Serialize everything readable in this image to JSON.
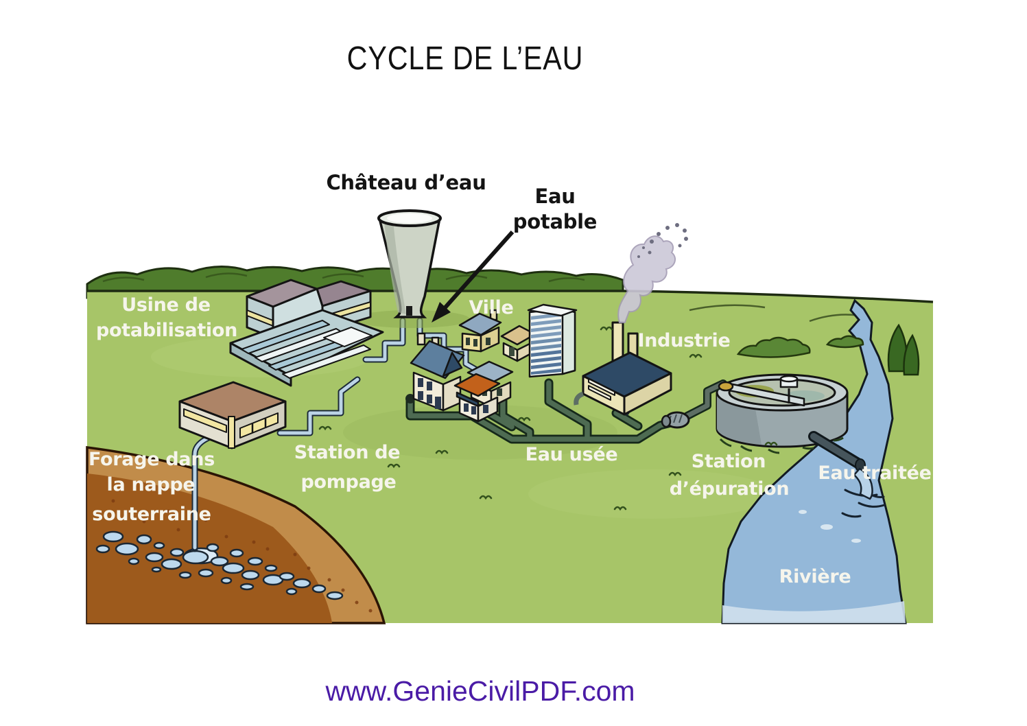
{
  "page": {
    "title": "CYCLE DE L’EAU",
    "watermark": "www.GenieCivilPDF.com"
  },
  "diagram": {
    "labels": {
      "chateau_eau": "Château d’eau",
      "eau_potable_line1": "Eau",
      "eau_potable_line2": "potable",
      "usine_line1": "Usine de",
      "usine_line2": "potabilisation",
      "ville": "Ville",
      "industrie": "Industrie",
      "forage_line1": "Forage dans",
      "forage_line2": "la nappe",
      "forage_line3": "souterraine",
      "pompage_line1": "Station de",
      "pompage_line2": "pompage",
      "eau_usee": "Eau usée",
      "epuration_line1": "Station",
      "epuration_line2": "d’épuration",
      "eau_traitee": "Eau traitée",
      "riviere": "Rivière"
    }
  },
  "colors": {
    "title_text": "#111111",
    "watermark_purple": "#4a1ba6",
    "label_white": "#f6f5ec",
    "label_black": "#141414",
    "grass_green": "#a7c568",
    "hedge_green": "#4f7c2c",
    "river_blue": "#94b8d9",
    "soil_dark_brown": "#9d5a1c",
    "soil_light_brown": "#c18c4a",
    "groundwater_blue": "#bdd9ee",
    "sewer_pipe_green": "#4e6b52",
    "drinking_pipe_blue": "#bcd4e6",
    "factory_roof_navy": "#2e4a66",
    "house_roof_orange": "#c2611b",
    "tower_concrete": "#cdd4c6",
    "smoke_gray": "#c9c5d6"
  }
}
